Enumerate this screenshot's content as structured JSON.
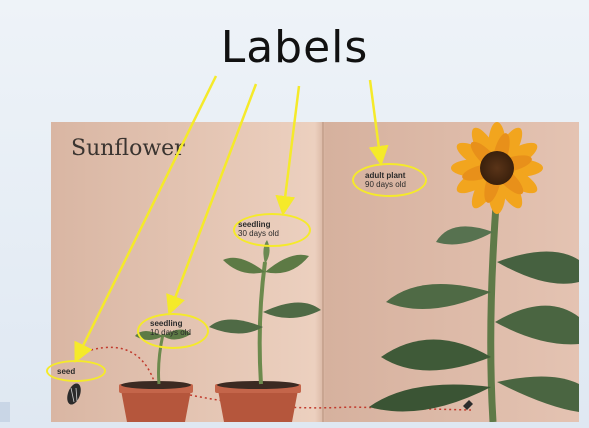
{
  "heading": "Labels",
  "book_title": "Sunflower",
  "labels": [
    {
      "stage": "seed",
      "age": ""
    },
    {
      "stage": "seedling",
      "age": "10 days old"
    },
    {
      "stage": "seedling",
      "age": "30 days old"
    },
    {
      "stage": "adult plant",
      "age": "90 days old"
    }
  ],
  "colors": {
    "annotation": "#f5ea2a",
    "page": "#e7c7b4",
    "leaf": "#4f6a45",
    "pot": "#b5563c",
    "petal": "#f2a51e"
  }
}
